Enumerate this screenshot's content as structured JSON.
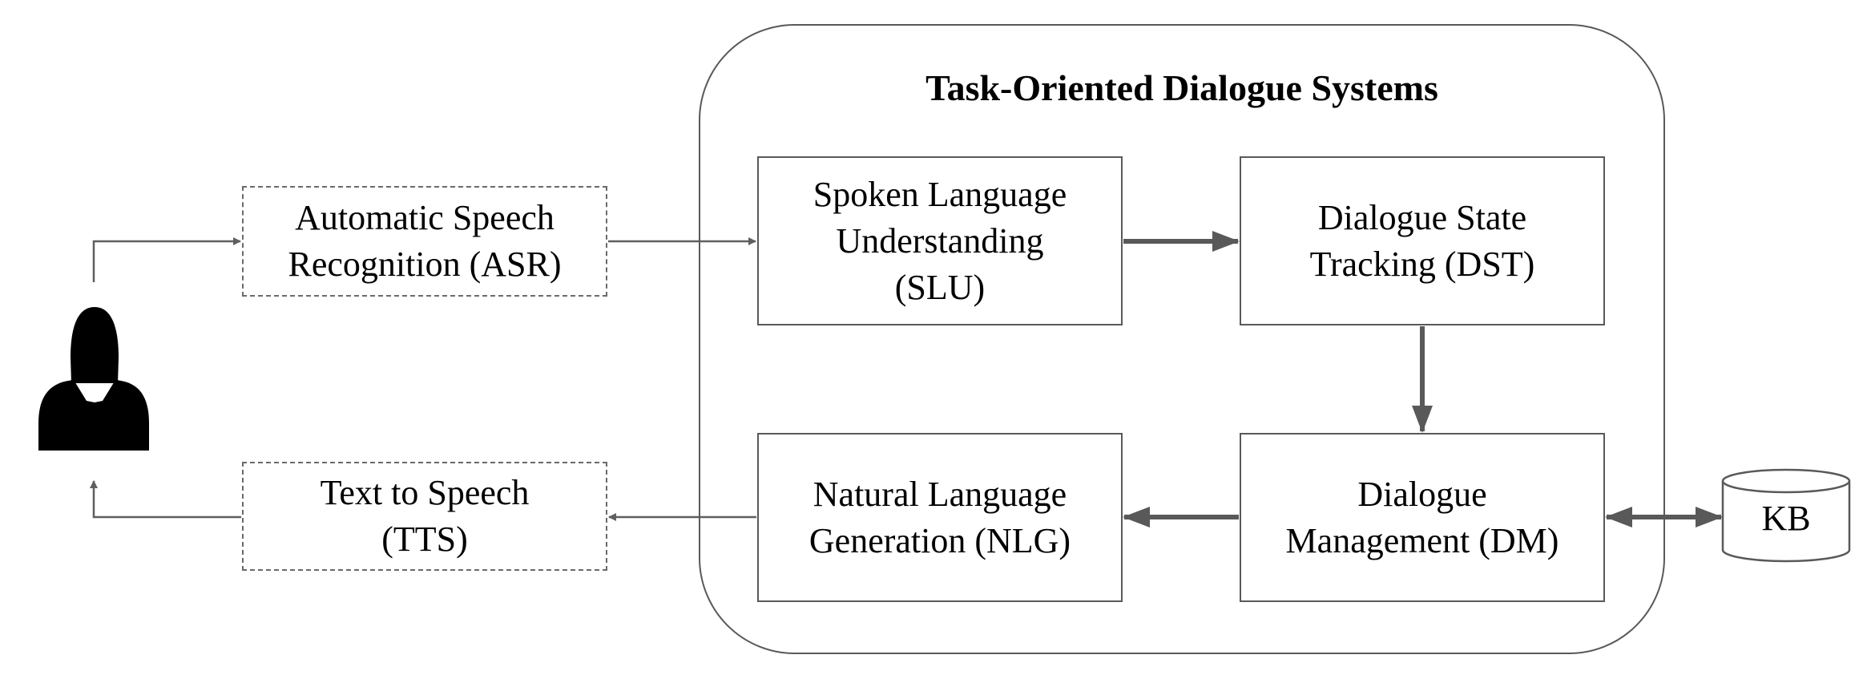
{
  "system": {
    "title": "Task-Oriented Dialogue Systems"
  },
  "modules": {
    "asr": "Automatic Speech\nRecognition (ASR)",
    "tts": "Text to Speech\n(TTS)",
    "slu": "Spoken Language\nUnderstanding\n(SLU)",
    "dst": "Dialogue State\nTracking (DST)",
    "nlg": "Natural Language\nGeneration (NLG)",
    "dm": "Dialogue\nManagement (DM)"
  },
  "knowledge_base": {
    "label": "KB"
  },
  "icons": {
    "user": "user-icon",
    "kb": "database-icon"
  },
  "colors": {
    "stroke": "#595959",
    "arrow_thin": "#5f5f5f",
    "arrow_thick": "#595959",
    "user_fill": "#000000"
  }
}
